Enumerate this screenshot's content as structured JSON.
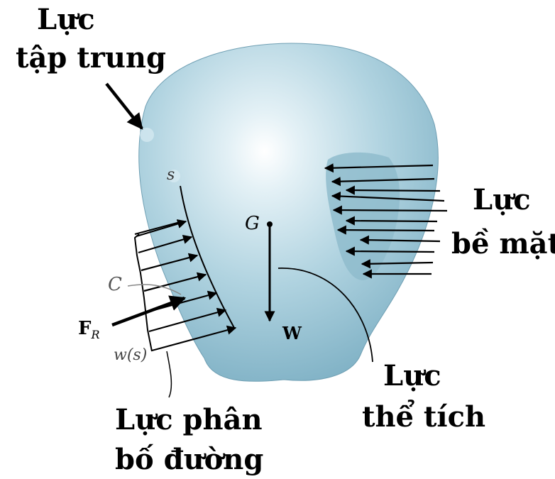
{
  "labels": {
    "concentrated": [
      "Lực",
      "tập trung"
    ],
    "surface": [
      "Lực",
      "bề mặt"
    ],
    "body": [
      "Lực",
      "thể tích"
    ],
    "distributed": [
      "Lực phân",
      "bố đường"
    ]
  },
  "symbols": {
    "s": "s",
    "G": "G",
    "C": "C",
    "W": "W",
    "FR_main": "F",
    "FR_sub": "R",
    "ws": "w(s)"
  },
  "colors": {
    "body_light": "#e4f1f6",
    "body_mid": "#a9cfdd",
    "body_dark": "#7fb1c5",
    "surface_patch": "#8fbccd",
    "ink": "#000000"
  }
}
